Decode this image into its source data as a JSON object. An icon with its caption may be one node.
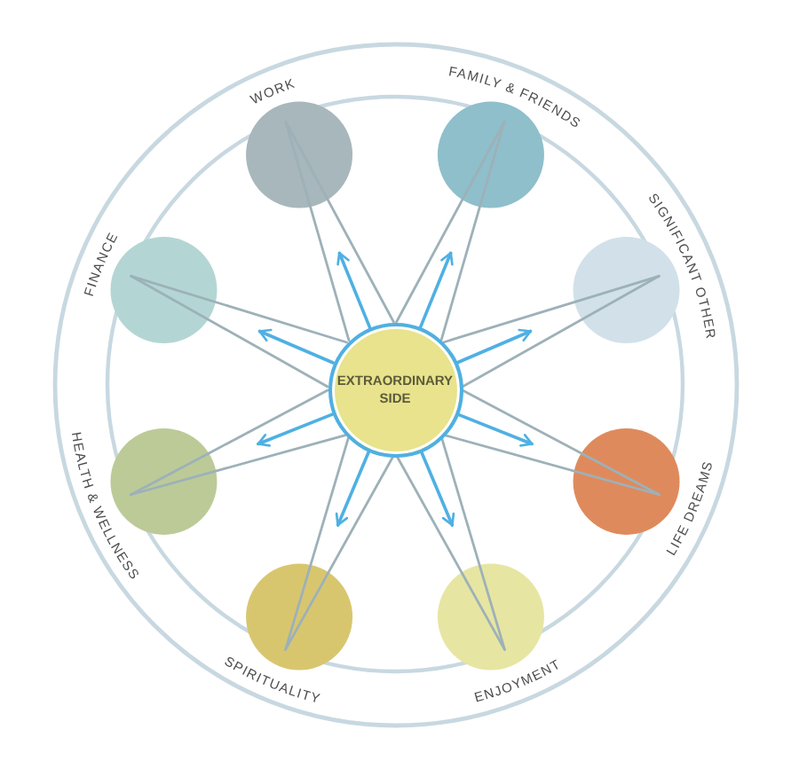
{
  "diagram": {
    "nodes": [
      {
        "text": [
          "EXTRAORDINARY SIDE"
        ]
      },
      {
        "text": [
          "WORK"
        ]
      },
      {
        "text": [
          "FAMILY & FRIENDS"
        ]
      },
      {
        "text": [
          "SIGNIFICANT OTHER"
        ]
      },
      {
        "text": [
          "LIFE DREAMS"
        ]
      },
      {
        "text": [
          "ENJOYMENT"
        ]
      },
      {
        "text": [
          "SPIRITUALITY"
        ]
      },
      {
        "text": [
          "HEALTH & WELLNESS"
        ]
      },
      {
        "text": [
          "FINANCE"
        ]
      }
    ],
    "edges": [
      {
        "from": 1,
        "to": 0,
        "arrow": "none"
      },
      {
        "from": 1,
        "to": 0,
        "arrow": "none"
      },
      {
        "from": 2,
        "to": 0,
        "arrow": "none"
      },
      {
        "from": 2,
        "to": 0,
        "arrow": "none"
      },
      {
        "from": 3,
        "to": 0,
        "arrow": "none"
      },
      {
        "from": 3,
        "to": 0,
        "arrow": "none"
      },
      {
        "from": 4,
        "to": 0,
        "arrow": "none"
      },
      {
        "from": 4,
        "to": 0,
        "arrow": "none"
      },
      {
        "from": 5,
        "to": 0,
        "arrow": "none"
      },
      {
        "from": 5,
        "to": 0,
        "arrow": "none"
      },
      {
        "from": 6,
        "to": 0,
        "arrow": "none"
      },
      {
        "from": 6,
        "to": 0,
        "arrow": "none"
      },
      {
        "from": 7,
        "to": 0,
        "arrow": "none"
      },
      {
        "from": 7,
        "to": 0,
        "arrow": "none"
      },
      {
        "from": 8,
        "to": 0,
        "arrow": "none"
      },
      {
        "from": 8,
        "to": 0,
        "arrow": "none"
      },
      {
        "from": 0,
        "to": 1,
        "arrow": "to",
        "color": "#4fb0e3"
      },
      {
        "from": 0,
        "to": 2,
        "arrow": "to",
        "color": "#4fb0e3"
      },
      {
        "from": 0,
        "to": 3,
        "arrow": "to",
        "color": "#4fb0e3"
      },
      {
        "from": 0,
        "to": 4,
        "arrow": "to",
        "color": "#4fb0e3"
      },
      {
        "from": 0,
        "to": 5,
        "arrow": "to",
        "color": "#4fb0e3"
      },
      {
        "from": 0,
        "to": 6,
        "arrow": "to",
        "color": "#4fb0e3"
      },
      {
        "from": 0,
        "to": 7,
        "arrow": "to",
        "color": "#4fb0e3"
      },
      {
        "from": 0,
        "to": 8,
        "arrow": "to",
        "color": "#4fb0e3"
      }
    ]
  }
}
